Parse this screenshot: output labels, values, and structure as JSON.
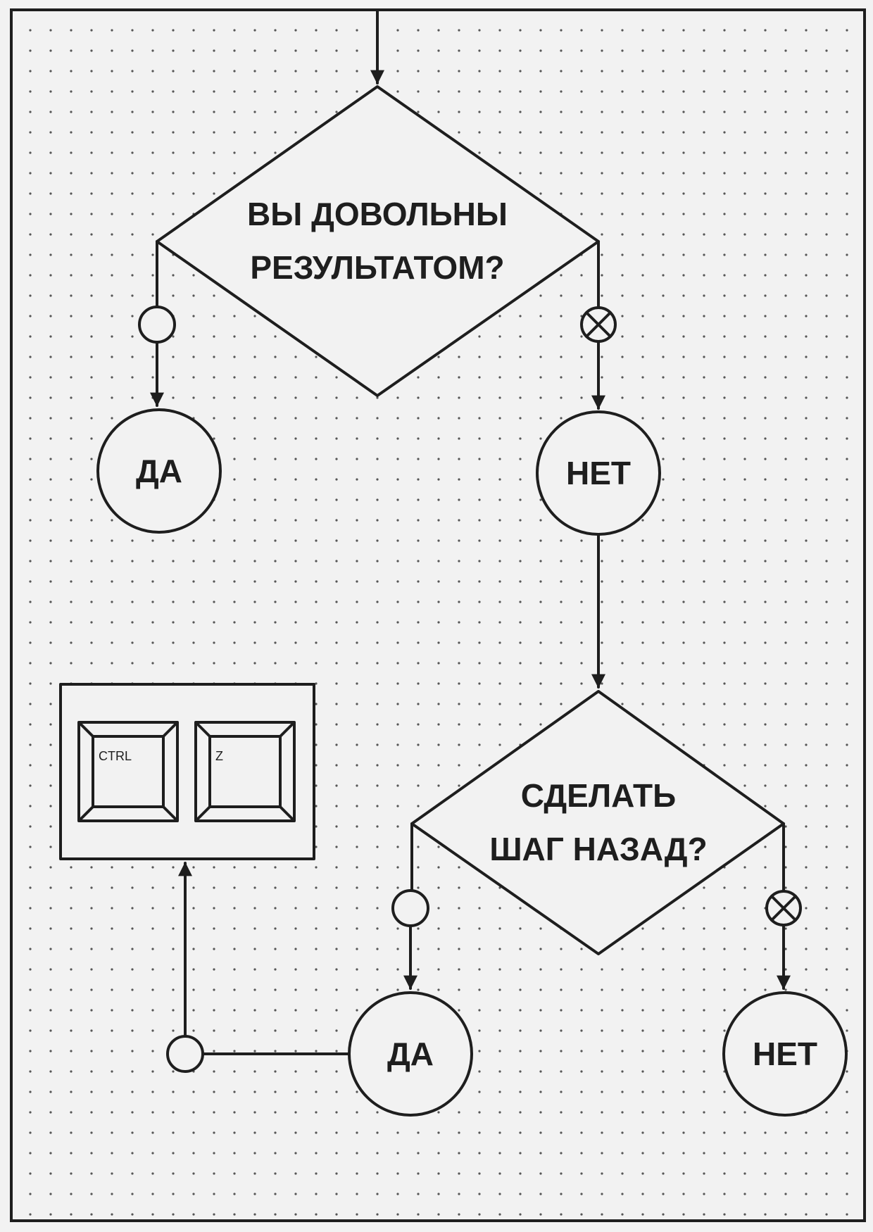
{
  "decision1": {
    "line1": "ВЫ ДОВОЛЬНЫ",
    "line2": "РЕЗУЛЬТАТОМ?"
  },
  "d1_yes": "ДА",
  "d1_no": "НЕТ",
  "decision2": {
    "line1": "СДЕЛАТЬ",
    "line2": "ШАГ НАЗАД?"
  },
  "d2_yes": "ДА",
  "d2_no": "НЕТ",
  "keys": {
    "key1": "CTRL",
    "key2": "Z"
  },
  "colors": {
    "ink": "#1e1e1e",
    "paper": "#f2f2f2",
    "dots": "#555555"
  },
  "icons": {
    "yes_marker": "empty-circle",
    "no_marker": "circle-x"
  }
}
